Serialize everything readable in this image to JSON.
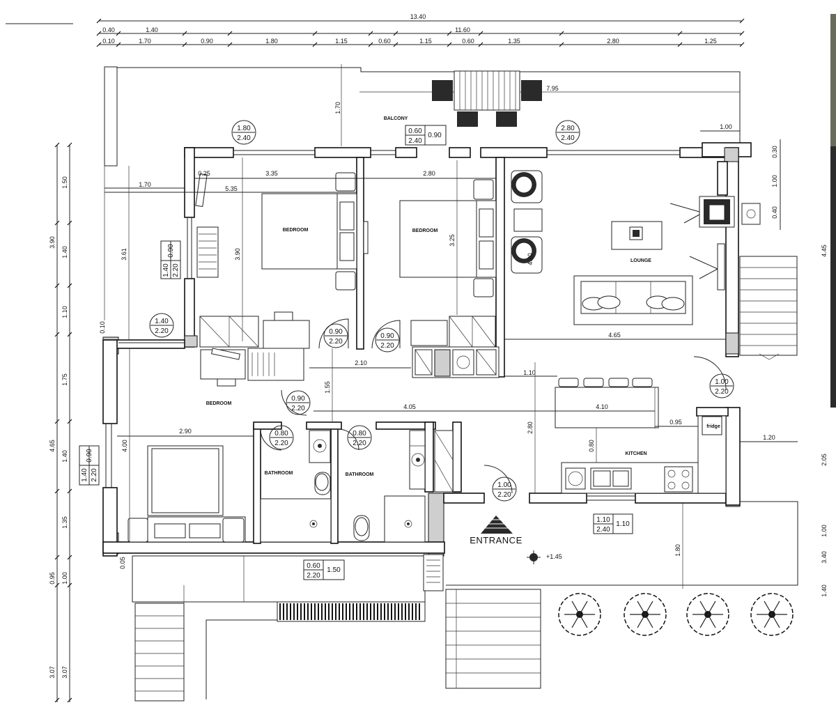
{
  "overall_dims": {
    "total": "13.40",
    "row2": [
      "0.40",
      "1.40",
      "11.60"
    ],
    "row3": [
      "0.10",
      "1.70",
      "0.90",
      "1.80",
      "1.15",
      "0.60",
      "1.15",
      "0.60",
      "1.35",
      "2.80",
      "1.25"
    ]
  },
  "left_dims": {
    "outer": [
      "3.90",
      "4.65",
      "3.07"
    ],
    "inner": [
      "1.50",
      "1.40",
      "1.10",
      "1.75",
      "1.40",
      "1.35",
      "0.95",
      "1.00",
      "3.07"
    ]
  },
  "right_dims": [
    "0.30",
    "1.00",
    "0.40",
    "4.45",
    "2.05",
    "1.00",
    "1.40",
    "3.40"
  ],
  "rooms": {
    "balcony": "BALCONY",
    "bedroom_1": "BEDROOM",
    "bedroom_2": "BEDROOM",
    "bedroom_3": "BEDROOM",
    "lounge": "LOUNGE",
    "kitchen": "KITCHEN",
    "bathroom_1": "BATHROOM",
    "bathroom_2": "BATHROOM",
    "fridge": "fridge"
  },
  "interior_dims": {
    "d_170_top": "1.70",
    "d_795": "7.95",
    "d_100": "1.00",
    "d_025": "0.25",
    "d_335": "3.35",
    "d_280a": "2.80",
    "d_170_left": "1.70",
    "d_535": "5.35",
    "d_361": "3.61",
    "d_390": "3.90",
    "d_325": "3.25",
    "d_420": "4.20",
    "d_465": "4.65",
    "d_010": "0.10",
    "d_210": "2.10",
    "d_110": "1.10",
    "d_155": "1.55",
    "d_405": "4.05",
    "d_410": "4.10",
    "d_095": "0.95",
    "d_290": "2.90",
    "d_400": "4.00",
    "d_280b": "2.80",
    "d_080": "0.80",
    "d_120": "1.20",
    "d_180": "1.80",
    "d_005": "0.05",
    "d_150": "1.50",
    "level": "+1.45"
  },
  "tags": [
    {
      "id": "t1",
      "top": "1.80",
      "bottom": "2.40"
    },
    {
      "id": "t2",
      "top": "0.60",
      "bottom": "2.40",
      "side": "0.90"
    },
    {
      "id": "t3",
      "top": "2.80",
      "bottom": "2.40"
    },
    {
      "id": "t4",
      "top": "1.40",
      "bottom": "2.20",
      "side": "0.90"
    },
    {
      "id": "t5",
      "top": "1.40",
      "bottom": "2.20"
    },
    {
      "id": "t6",
      "top": "0.90",
      "bottom": "2.20"
    },
    {
      "id": "t7",
      "top": "0.90",
      "bottom": "2.20"
    },
    {
      "id": "t8",
      "top": "1.00",
      "bottom": "2.20"
    },
    {
      "id": "t9",
      "top": "0.90",
      "bottom": "2.20"
    },
    {
      "id": "t10",
      "top": "0.80",
      "bottom": "2.20"
    },
    {
      "id": "t11",
      "top": "0.80",
      "bottom": "2.20"
    },
    {
      "id": "t12",
      "top": "1.40",
      "bottom": "2.20",
      "side": "0.90"
    },
    {
      "id": "t13",
      "top": "1.00",
      "bottom": "2.20"
    },
    {
      "id": "t14",
      "top": "1.10",
      "bottom": "2.40",
      "side": "1.10"
    },
    {
      "id": "t15",
      "top": "0.60",
      "bottom": "2.20",
      "side": "1.50"
    }
  ],
  "entrance_label": "ENTRANCE"
}
